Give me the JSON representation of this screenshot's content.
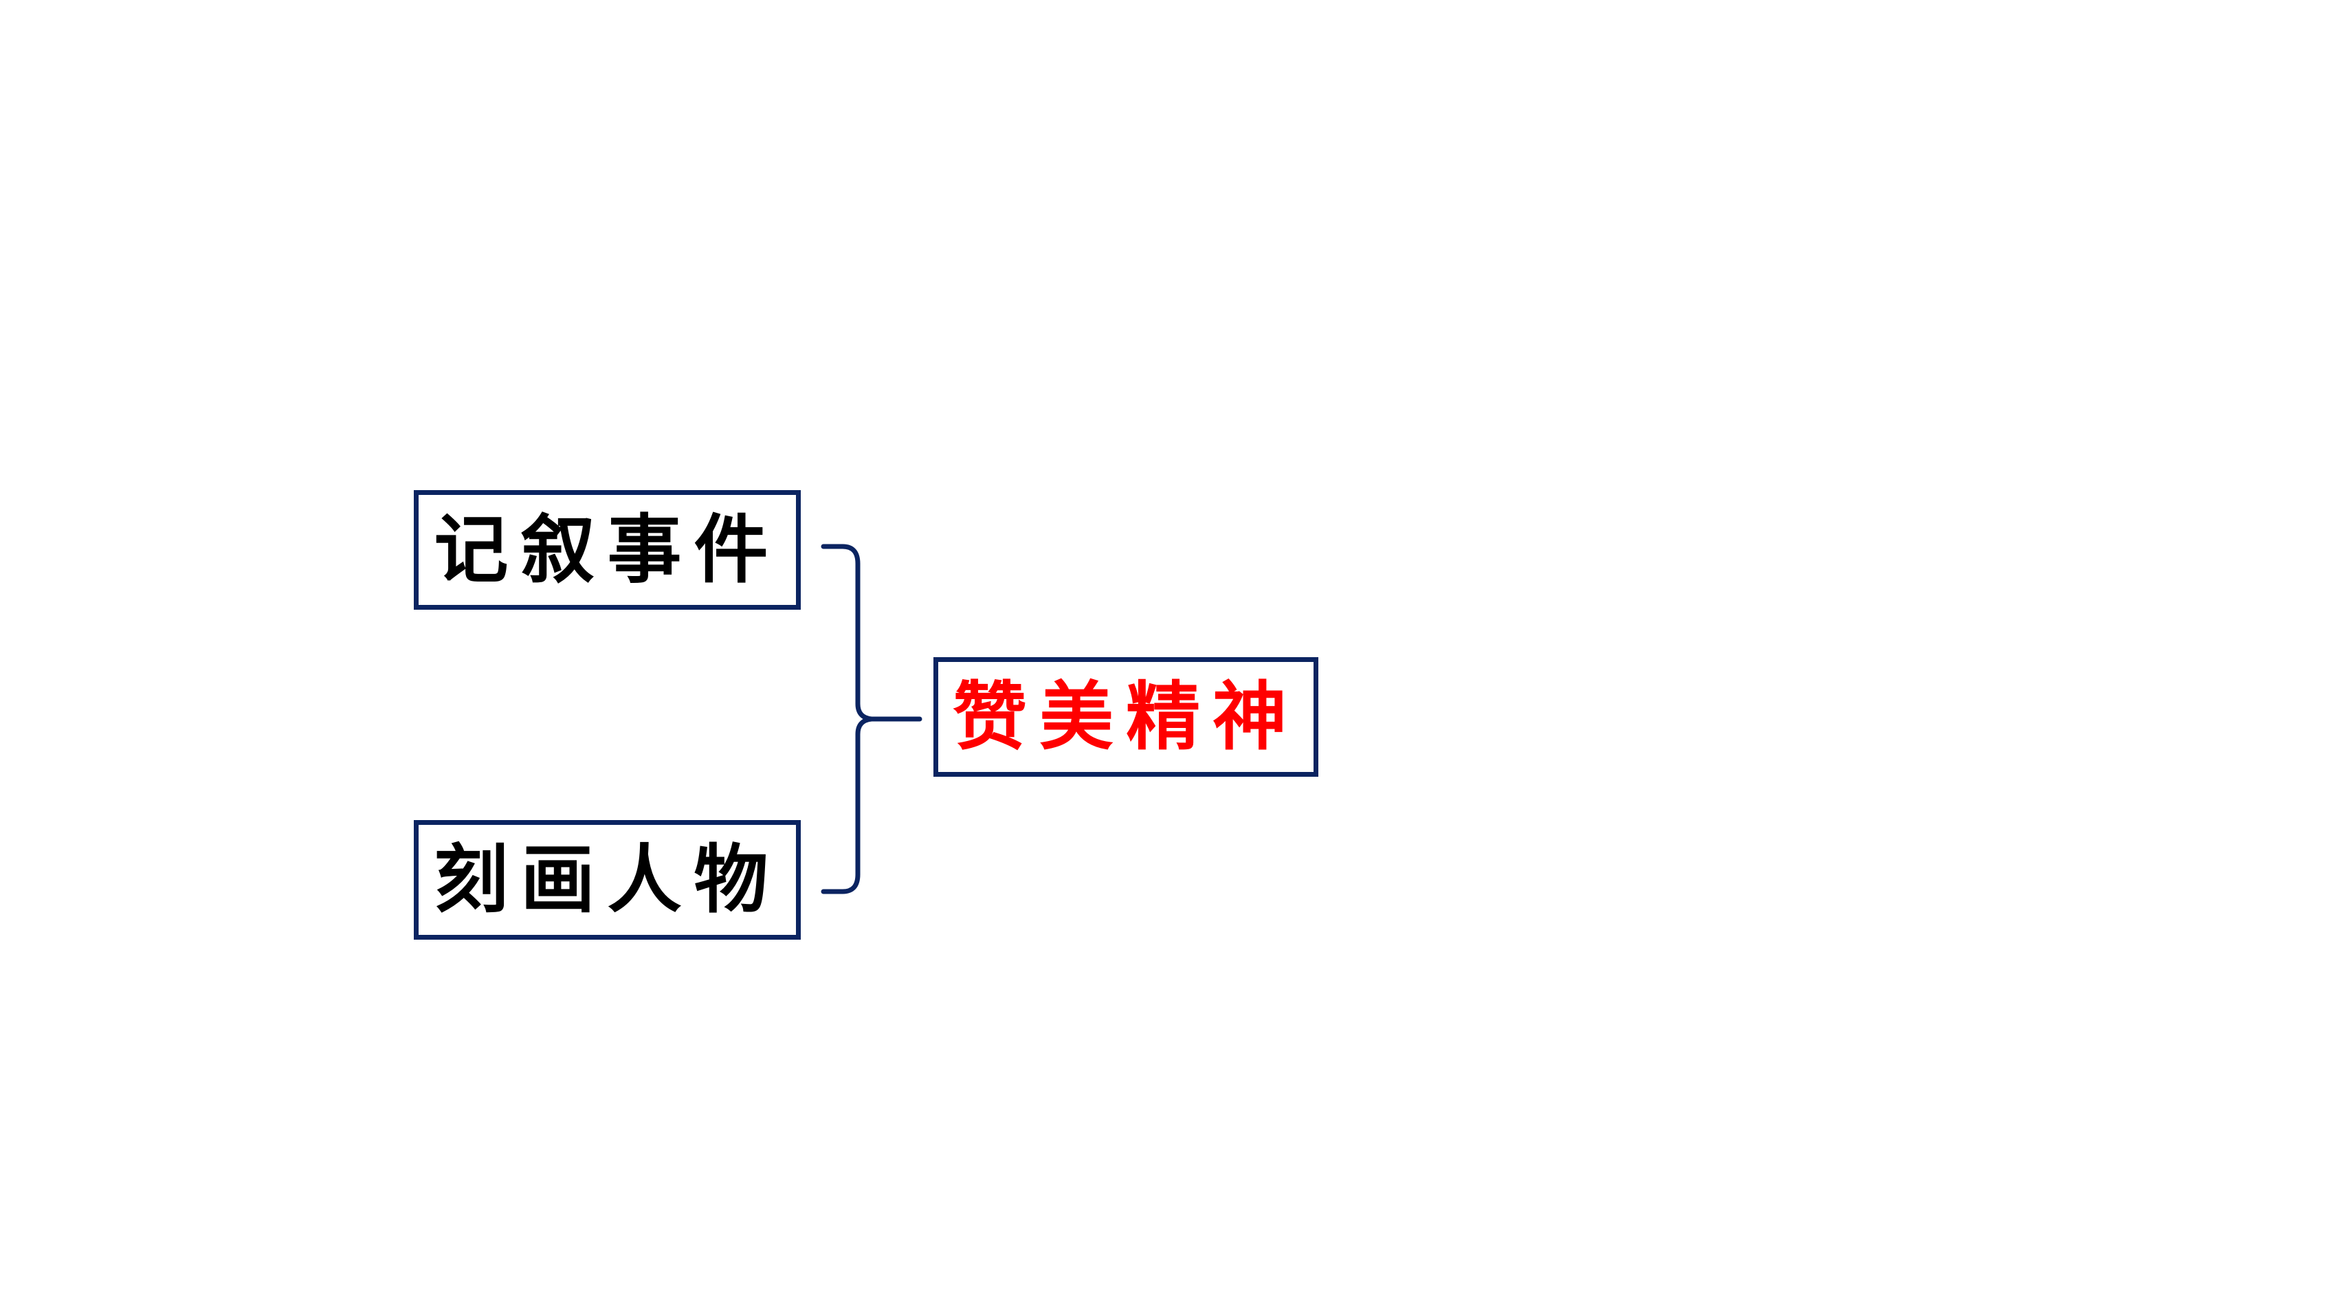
{
  "nodes": {
    "event": {
      "label": "记叙事件"
    },
    "character": {
      "label": "刻画人物"
    },
    "spirit": {
      "label": "赞美精神"
    }
  },
  "colors": {
    "border": "#0b2461",
    "connector": "#0b2461",
    "source_text": "#000000",
    "target_text": "#ff0000"
  }
}
